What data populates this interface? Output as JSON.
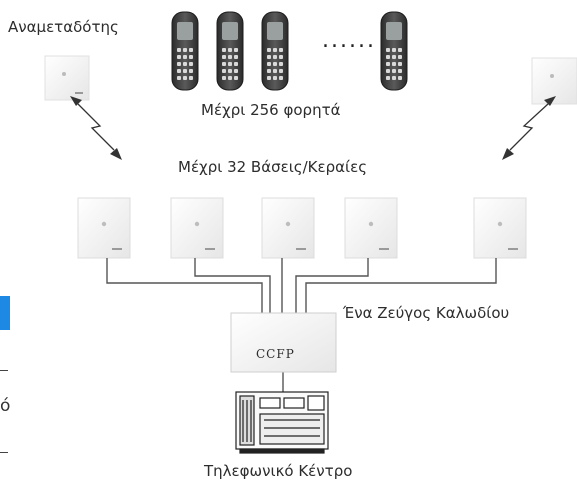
{
  "labels": {
    "repeater": "Αναμεταδότης",
    "handsets": "Μέχρι 256 φορητά",
    "bases": "Μέχρι 32 Βάσεις/Κεραίες",
    "cable": "Ένα Ζεύγος Καλωδίου",
    "controller": "CCFP",
    "pbx": "Τηλεφωνικό Κέντρο",
    "ellipsis": "......",
    "side_char": "ό"
  },
  "colors": {
    "line": "#555555",
    "device": "#f3f3f3",
    "handset": "#3a3a3a",
    "accent": "#1e88e5"
  },
  "icons": [
    "handset-icon",
    "base-station-icon",
    "repeater-icon",
    "radio-link-icon",
    "pbx-icon"
  ]
}
